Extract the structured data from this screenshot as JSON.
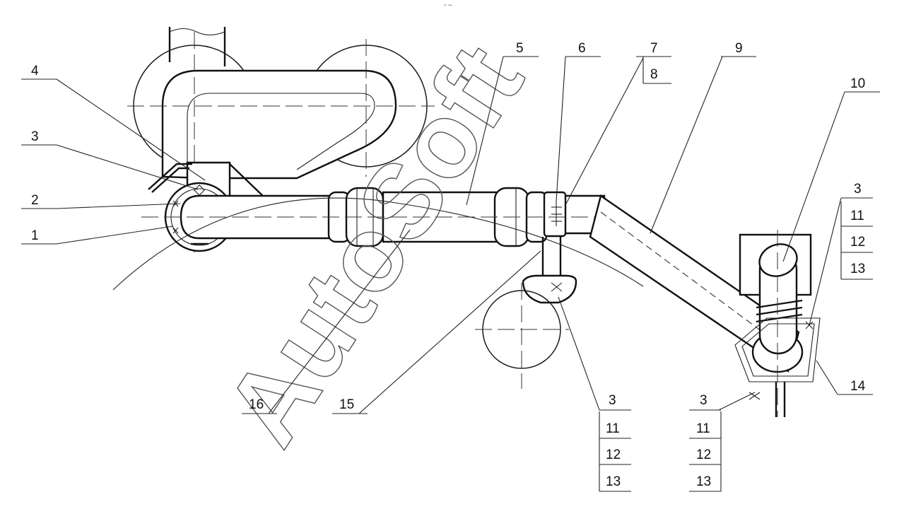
{
  "watermark": "AutoSoft",
  "top_mark": "ᵖʰ ᵃᵃᵃ",
  "labels": {
    "l1": "1",
    "l2": "2",
    "l3": "3",
    "l4": "4",
    "l5": "5",
    "l6": "6",
    "l7": "7",
    "l8": "8",
    "l9": "9",
    "l10": "10",
    "l14": "14",
    "l15": "15",
    "l16": "16"
  },
  "stacks": {
    "right": [
      "3",
      "11",
      "12",
      "13"
    ],
    "center": [
      "3",
      "11",
      "12",
      "13"
    ],
    "bottom": [
      "3",
      "11",
      "12",
      "13"
    ]
  }
}
